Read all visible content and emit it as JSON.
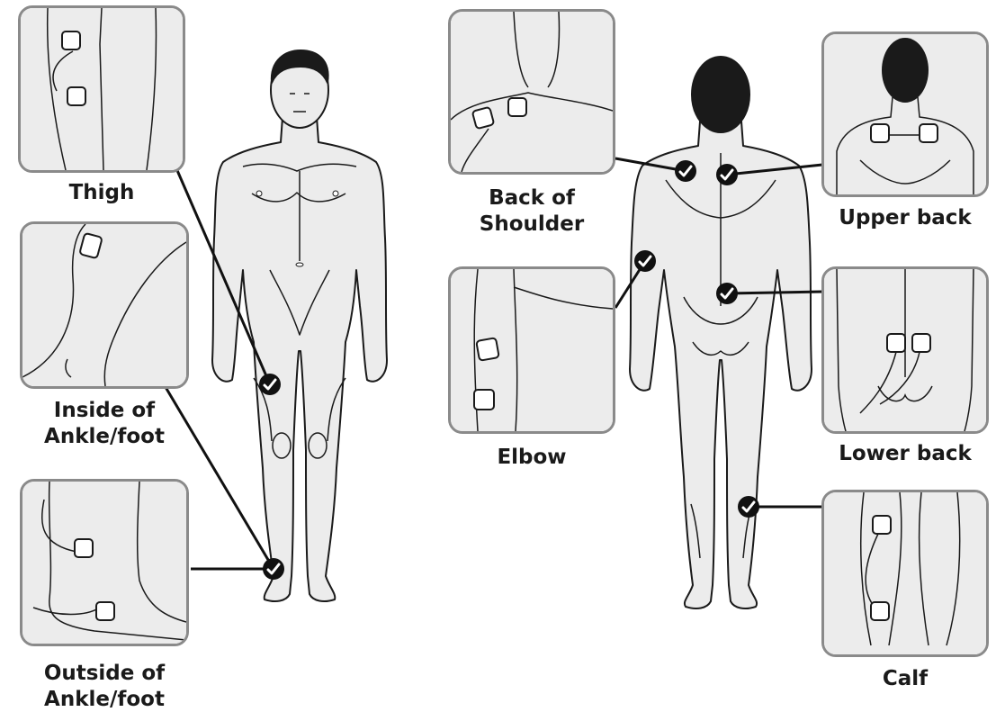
{
  "colors": {
    "skin": "#ececec",
    "outline": "#1a1a1a",
    "frame": "#8a8a8a",
    "marker": "#111111",
    "background": "#ffffff"
  },
  "icons": {
    "marker": "checkmark-circle-icon",
    "electrode": "electrode-pad-icon"
  },
  "front_view": {
    "labels": {
      "thigh": "Thigh",
      "inside_ankle": "Inside of\nAnkle/foot",
      "outside_ankle": "Outside of\nAnkle/foot"
    }
  },
  "back_view": {
    "labels": {
      "back_shoulder": "Back of\nShoulder",
      "upper_back": "Upper back",
      "elbow": "Elbow",
      "lower_back": "Lower back",
      "calf": "Calf"
    }
  }
}
